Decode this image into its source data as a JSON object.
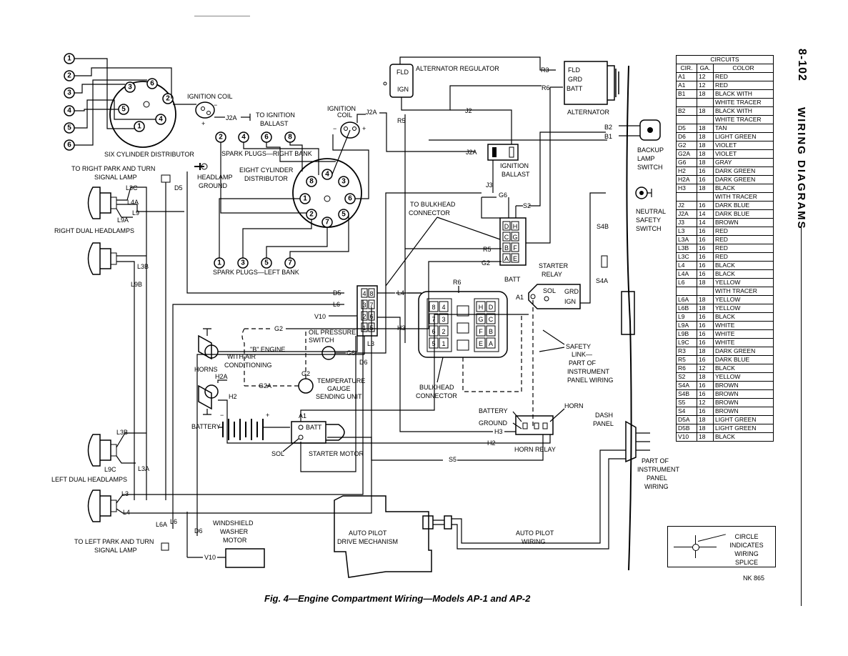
{
  "caption": "Fig. 4—Engine Compartment Wiring—Models AP-1 and AP-2",
  "page_number": "8-102",
  "section_title": "WIRING DIAGRAMS",
  "figure_code": "NK 865",
  "legend": {
    "line1": "CIRCLE",
    "line2": "INDICATES",
    "line3": "WIRING SPLICE"
  },
  "circuits_table": {
    "title": "CIRCUITS",
    "headers": [
      "CIR.",
      "GA.",
      "COLOR"
    ],
    "rows": [
      [
        "A1",
        "12",
        "RED"
      ],
      [
        "A1",
        "12",
        "RED"
      ],
      [
        "B1",
        "18",
        "BLACK WITH"
      ],
      [
        "",
        "",
        "WHITE TRACER"
      ],
      [
        "B2",
        "18",
        "BLACK WITH"
      ],
      [
        "",
        "",
        "WHITE TRACER"
      ],
      [
        "D5",
        "18",
        "TAN"
      ],
      [
        "D6",
        "18",
        "LIGHT GREEN"
      ],
      [
        "G2",
        "18",
        "VIOLET"
      ],
      [
        "G2A",
        "18",
        "VIOLET"
      ],
      [
        "G6",
        "18",
        "GRAY"
      ],
      [
        "H2",
        "16",
        "DARK GREEN"
      ],
      [
        "H2A",
        "16",
        "DARK GREEN"
      ],
      [
        "H3",
        "18",
        "BLACK"
      ],
      [
        "",
        "",
        "WITH TRACER"
      ],
      [
        "J2",
        "16",
        "DARK BLUE"
      ],
      [
        "J2A",
        "14",
        "DARK BLUE"
      ],
      [
        "J3",
        "14",
        "BROWN"
      ],
      [
        "L3",
        "16",
        "RED"
      ],
      [
        "L3A",
        "16",
        "RED"
      ],
      [
        "L3B",
        "16",
        "RED"
      ],
      [
        "L3C",
        "16",
        "RED"
      ],
      [
        "L4",
        "16",
        "BLACK"
      ],
      [
        "L4A",
        "16",
        "BLACK"
      ],
      [
        "L6",
        "18",
        "YELLOW"
      ],
      [
        "",
        "",
        "WITH TRACER"
      ],
      [
        "L6A",
        "18",
        "YELLOW"
      ],
      [
        "L6B",
        "18",
        "YELLOW"
      ],
      [
        "L9",
        "16",
        "BLACK"
      ],
      [
        "L9A",
        "16",
        "WHITE"
      ],
      [
        "L9B",
        "16",
        "WHITE"
      ],
      [
        "L9C",
        "16",
        "WHITE"
      ],
      [
        "R3",
        "18",
        "DARK GREEN"
      ],
      [
        "R5",
        "16",
        "DARK BLUE"
      ],
      [
        "R6",
        "12",
        "BLACK"
      ],
      [
        "S2",
        "18",
        "YELLOW"
      ],
      [
        "S4A",
        "16",
        "BROWN"
      ],
      [
        "S4B",
        "16",
        "BROWN"
      ],
      [
        "S5",
        "12",
        "BROWN"
      ],
      [
        "S4",
        "16",
        "BROWN"
      ],
      [
        "D5A",
        "18",
        "LIGHT GREEN"
      ],
      [
        "D5B",
        "18",
        "LIGHT GREEN"
      ],
      [
        "V10",
        "18",
        "BLACK"
      ]
    ]
  },
  "labels": {
    "six_cyl_distributor": "SIX CYLINDER DISTRIBUTOR",
    "ignition_coil_1": "IGNITION COIL",
    "to_ignition_ballast_1": "TO IGNITION",
    "to_ignition_ballast_2": "BALLAST",
    "ignition_coil_2a": "IGNITION",
    "ignition_coil_2b": "COIL",
    "alternator_regulator": "ALTERNATOR REGULATOR",
    "alternator": "ALTERNATOR",
    "ignition_ballast_1": "IGNITION",
    "ignition_ballast_2": "BALLAST",
    "spark_plugs_right": "SPARK PLUGS—RIGHT BANK",
    "spark_plugs_left": "SPARK PLUGS—LEFT BANK",
    "eight_cyl_distributor_1": "EIGHT CYLINDER",
    "eight_cyl_distributor_2": "DISTRIBUTOR",
    "headlamp_ground_1": "HEADLAMP",
    "headlamp_ground_2": "GROUND",
    "right_park_1": "TO RIGHT PARK AND TURN",
    "right_park_2": "SIGNAL LAMP",
    "right_dual_headlamps": "RIGHT DUAL HEADLAMPS",
    "left_dual_headlamps": "LEFT DUAL HEADLAMPS",
    "left_park_1": "TO LEFT PARK AND TURN",
    "left_park_2": "SIGNAL LAMP",
    "backup_1": "BACKUP",
    "backup_2": "LAMP",
    "backup_3": "SWITCH",
    "neutral_1": "NEUTRAL",
    "neutral_2": "SAFETY",
    "neutral_3": "SWITCH",
    "to_bulkhead_1": "TO BULKHEAD",
    "to_bulkhead_2": "CONNECTOR",
    "starter_relay_1": "STARTER",
    "starter_relay_2": "RELAY",
    "batt": "BATT",
    "sol": "SOL",
    "grd": "GRD",
    "ign": "IGN",
    "fld": "FLD",
    "safety_1": "SAFETY",
    "safety_2": "LINK—",
    "safety_3": "PART OF",
    "safety_4": "INSTRUMENT",
    "safety_5": "PANEL WIRING",
    "bulkhead_1": "BULKHEAD",
    "bulkhead_2": "CONNECTOR",
    "oil_1": "OIL PRESSURE",
    "oil_2": "SWITCH",
    "temp_1": "TEMPERATURE",
    "temp_2": "GAUGE",
    "temp_3": "SENDING UNIT",
    "b_engine_1": "\"B\" ENGINE",
    "b_engine_2": "WITH AIR",
    "b_engine_3": "CONDITIONING",
    "horns": "HORNS",
    "battery": "BATTERY",
    "starter_motor": "STARTER MOTOR",
    "battery_relay": "BATTERY",
    "ground_relay": "GROUND",
    "horn": "HORN",
    "horn_relay": "HORN RELAY",
    "dash_1": "DASH",
    "dash_2": "PANEL",
    "part_of_1": "PART OF",
    "part_of_2": "INSTRUMENT",
    "part_of_3": "PANEL",
    "part_of_4": "WIRING",
    "windshield_1": "WINDSHIELD",
    "windshield_2": "WASHER",
    "windshield_3": "MOTOR",
    "autopilot_drive_1": "AUTO PILOT",
    "autopilot_drive_2": "DRIVE MECHANISM",
    "autopilot_wiring_1": "AUTO PILOT",
    "autopilot_wiring_2": "WIRING"
  },
  "wire_codes": {
    "J2A": "J2A",
    "J2": "J2",
    "R5": "R5",
    "R3": "R3",
    "R6": "R6",
    "B1": "B1",
    "B2": "B2",
    "J3": "J3",
    "G6": "G6",
    "S2": "S2",
    "S4B": "S4B",
    "S4A": "S4A",
    "A1": "A1",
    "D5": "D5",
    "L6": "L6",
    "L4": "L4",
    "V10": "V10",
    "H3": "H3",
    "G2": "G2",
    "G2A": "G2A",
    "L3": "L3",
    "D6": "D6",
    "H2": "H2",
    "H2A": "H2A",
    "S5": "S5",
    "L3C": "L3C",
    "L4A": "L4A",
    "L9A": "L9A",
    "L9": "L9",
    "L3B": "L3B",
    "L9B": "L9B",
    "L9C": "L9C",
    "L3A": "L3A",
    "L6A": "L6A",
    "plus": "+",
    "minus": "−"
  },
  "pins": {
    "p1": "1",
    "p2": "2",
    "p3": "3",
    "p4": "4",
    "p5": "5",
    "p6": "6",
    "p7": "7",
    "p8": "8"
  },
  "bulkhead_pins": {
    "left": [
      "8",
      "4",
      "7",
      "3",
      "6",
      "2",
      "5",
      "1"
    ],
    "right": [
      "H",
      "D",
      "G",
      "C",
      "F",
      "B",
      "E",
      "A"
    ]
  }
}
